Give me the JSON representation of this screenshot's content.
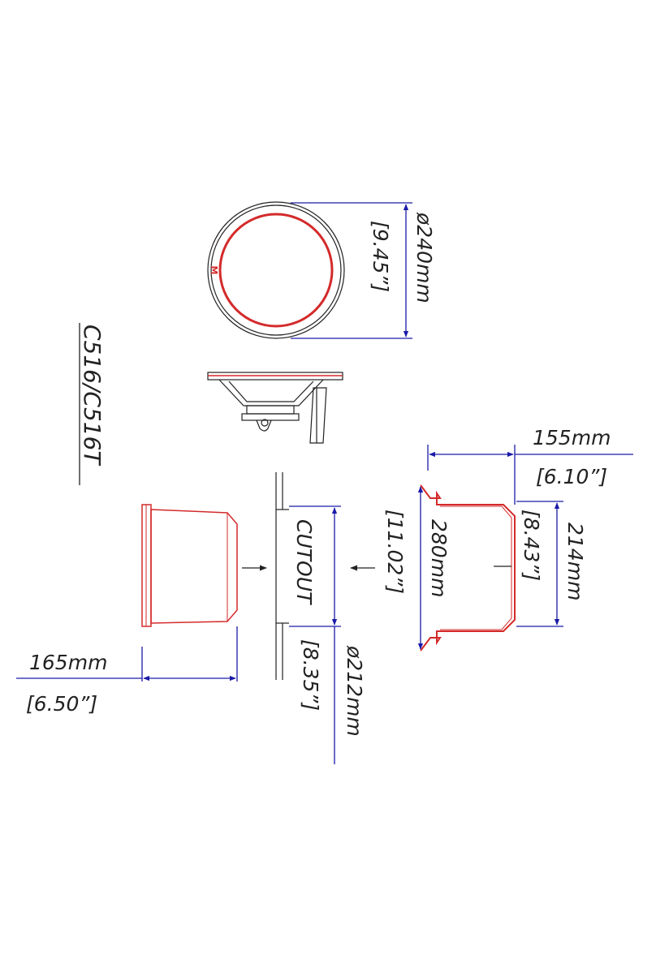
{
  "drawing": {
    "model": "C516/C516T",
    "top_view": {
      "diameter_mm": "ø240mm",
      "diameter_in": "[9.45”]",
      "logo_mark": "M"
    },
    "side_view": {
      "width_mm": "165mm",
      "width_in": "[6.50”]"
    },
    "cutout": {
      "label": "CUTOUT",
      "diameter_mm": "ø212mm",
      "diameter_in": "[8.35”]"
    },
    "section_view": {
      "width_mm": "155mm",
      "width_in": "[6.10”]",
      "height_mm": "280mm",
      "height_in": "[11.02”]",
      "depth_mm": "214mm",
      "depth_in": "[8.43”]"
    }
  },
  "colors": {
    "dimension": "#1a1aa8",
    "outline": "#d42a2a",
    "line": "#222222"
  }
}
